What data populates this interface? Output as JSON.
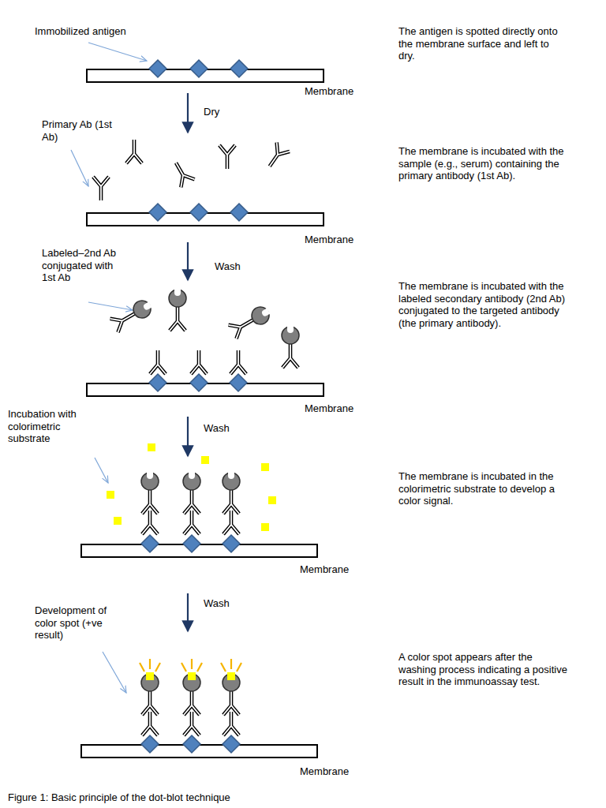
{
  "diagram": {
    "caption": "Figure 1: Basic principle of the dot-blot technique",
    "labels": [
      "Immobilized antigen",
      "The antigen is spotted directly onto the membrane surface and left to dry.",
      "Membrane",
      "Dry",
      "Primary Ab (1st Ab)",
      "The membrane is incubated with the sample (e.g., serum) containing the primary antibody (1st Ab).",
      "Membrane",
      "Wash",
      "Labeled–2nd Ab conjugated with 1st Ab",
      "The membrane is incubated with the labeled secondary antibody (2nd Ab) conjugated to the targeted antibody (the primary antibody).",
      "Membrane",
      "Wash",
      "Incubation with colorimetric substrate",
      "The membrane is incubated in the colorimetric substrate to develop a color signal.",
      "Membrane",
      "Wash",
      "Development of color spot (+ve result)",
      "A color spot appears after the washing process indicating a positive result in the immunoassay test.",
      "Membrane"
    ]
  }
}
